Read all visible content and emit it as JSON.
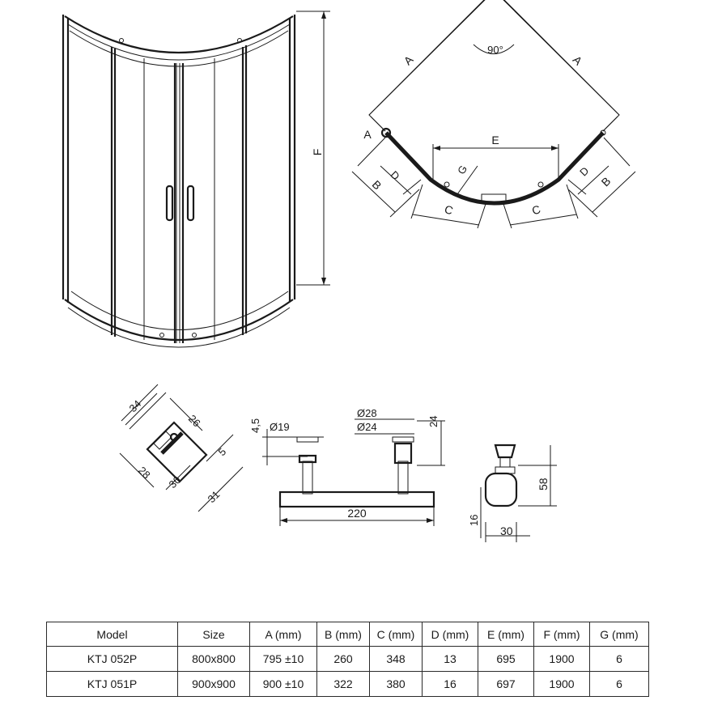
{
  "isometric_view": {
    "height_label": "F"
  },
  "plan_view": {
    "angle_label": "90°",
    "side_label": "A",
    "corner_label": "A",
    "width_label": "E",
    "gap_label": "G",
    "leaf_label": "C",
    "offset_label": "D",
    "depth_label": "B"
  },
  "profile_detail": {
    "dims": [
      "34",
      "26",
      "28",
      "5",
      "30",
      "31"
    ]
  },
  "handle_front": {
    "dims": [
      "4,5",
      "Ø19",
      "Ø28",
      "Ø24",
      "24",
      "220"
    ]
  },
  "handle_side": {
    "dims": [
      "58",
      "16",
      "30"
    ]
  },
  "spec_table": {
    "headers": [
      "Model",
      "Size",
      "A (mm)",
      "B (mm)",
      "C (mm)",
      "D (mm)",
      "E (mm)",
      "F (mm)",
      "G (mm)"
    ],
    "rows": [
      [
        "KTJ 052P",
        "800x800",
        "795 ±10",
        "260",
        "348",
        "13",
        "695",
        "1900",
        "6"
      ],
      [
        "KTJ 051P",
        "900x900",
        "900 ±10",
        "322",
        "380",
        "16",
        "697",
        "1900",
        "6"
      ]
    ]
  }
}
